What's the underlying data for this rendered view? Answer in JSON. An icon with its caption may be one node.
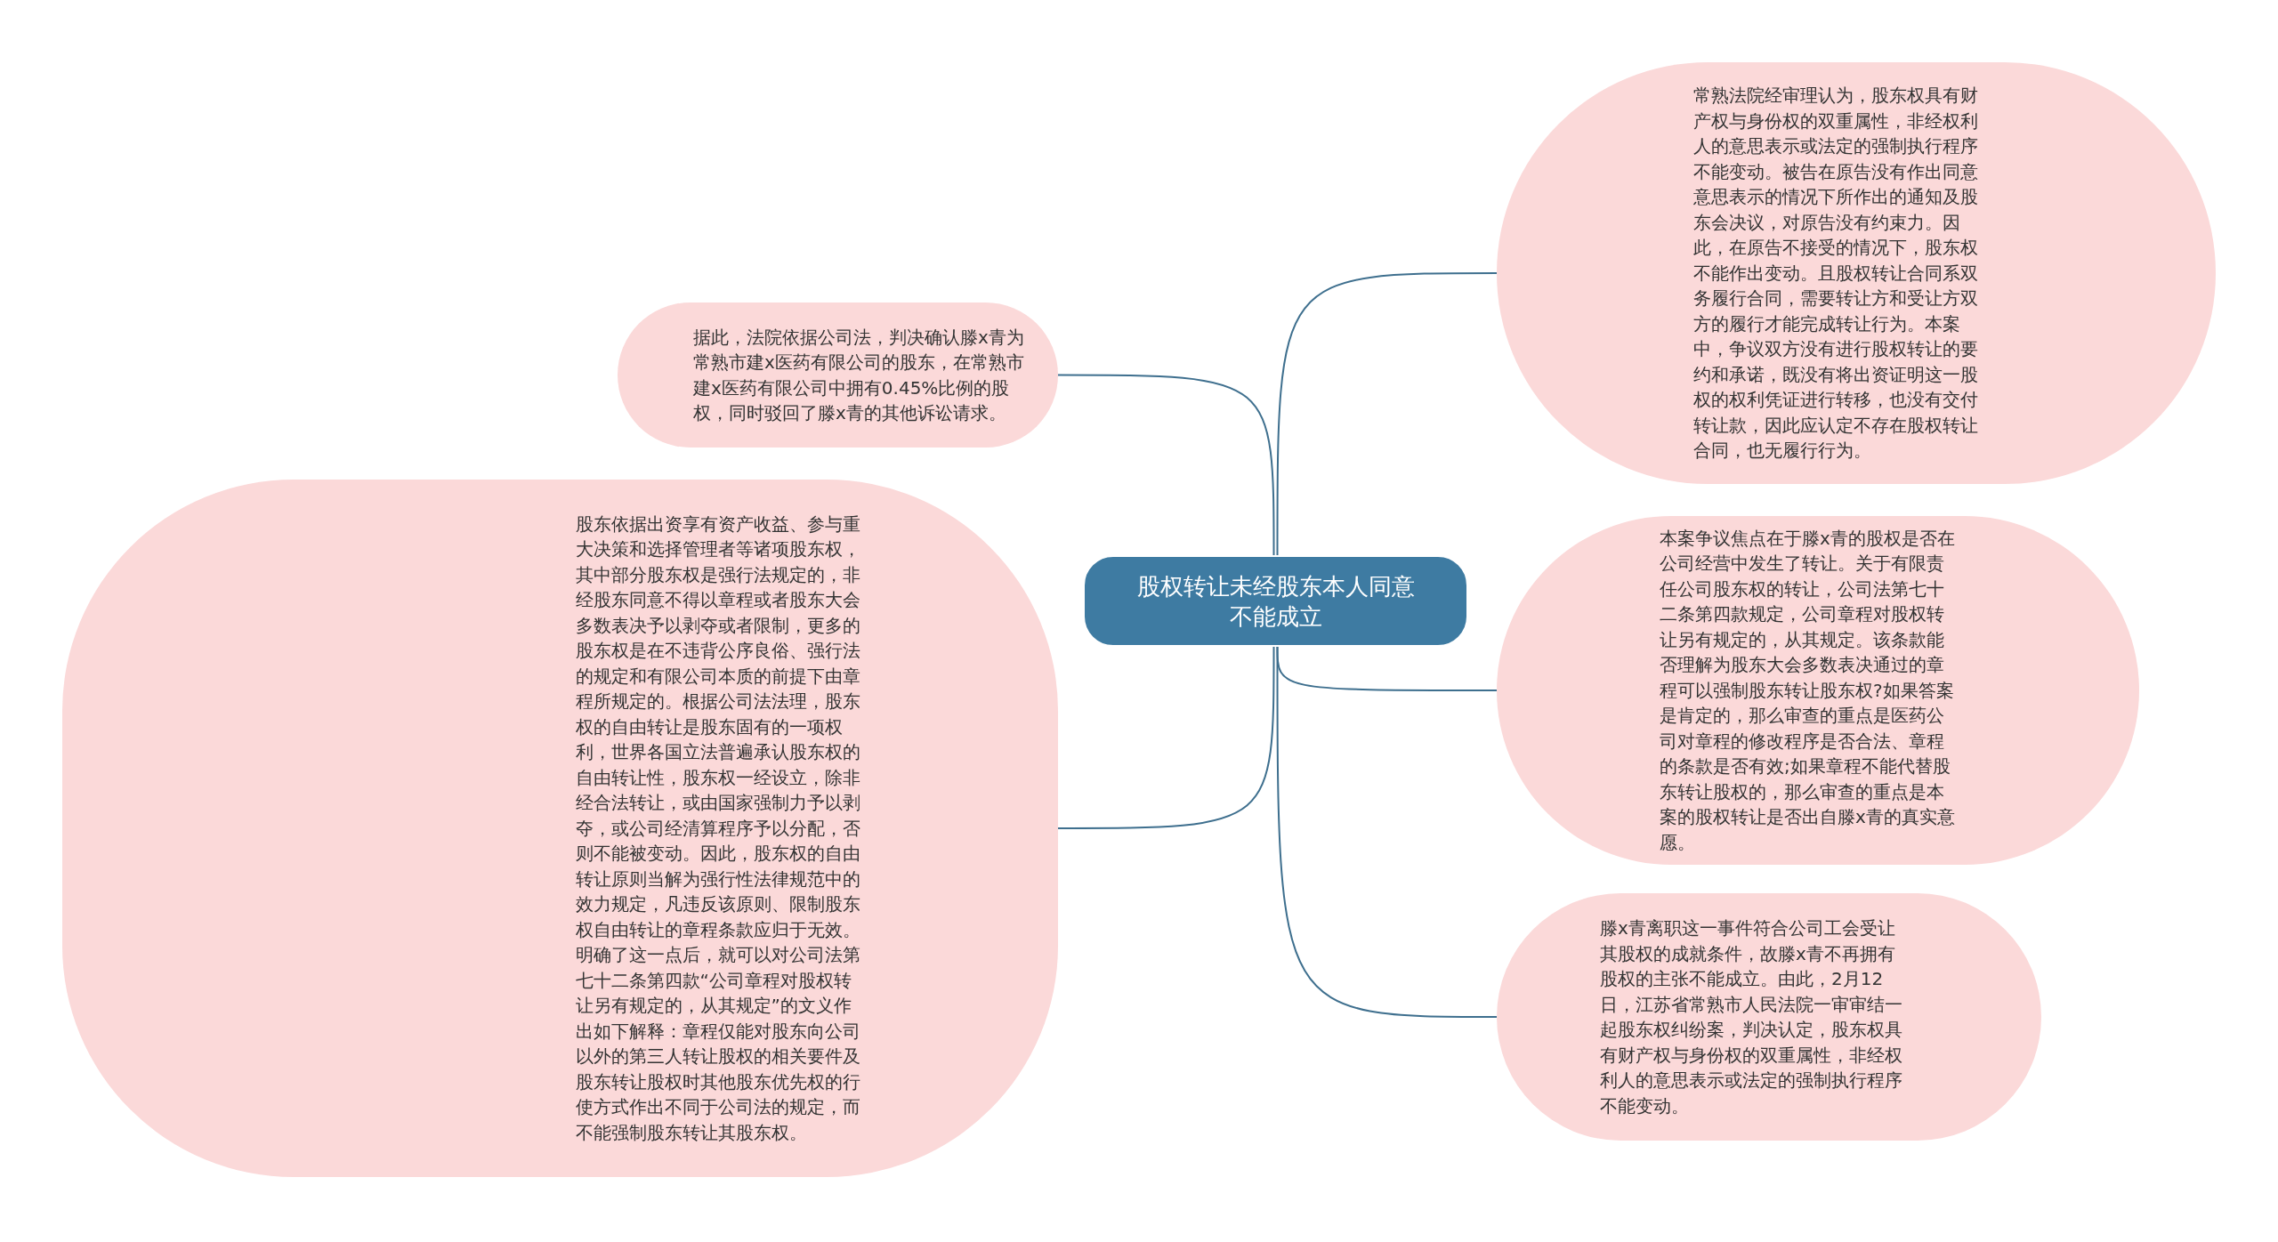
{
  "diagram": {
    "nodes": [
      {
        "text": [
          "股权转让未经股东本人同意不能成立"
        ]
      },
      {
        "text": [
          "据此，法院依据公司法，判决确认滕x青为常熟市建x医药有限公司的股东，在常熟市建x医药有限公司中拥有0.45%比例的股权，同时驳回了滕x青的其他诉讼请求。"
        ]
      },
      {
        "text": [
          "股东依据出资享有资产收益、参与重大决策和选择管理者等诸项股东权，其中部分股东权是强行法规定的，非经股东同意不得以章程或者股东大会多数表决予以剥夺或者限制，更多的股东权是在不违背公序良俗、强行法的规定和有限公司本质的前提下由章程所规定的。根据公司法法理，股东权的自由转让是股东固有的一项权利，世界各国立法普遍承认股东权的自由转让性，股东权一经设立，除非经合法转让，或由国家强制力予以剥夺，或公司经清算程序予以分配，否则不能被变动。因此，股东权的自由转让原则当解为强行性法律规范中的效力规定，凡违反该原则、限制股东权自由转让的章程条款应归于无效。明确了这一点后，就可以对公司法第七十二条第四款“公司章程对股权转让另有规定的，从其规定”的文义作出如下解释：章程仅能对股东向公司以外的第三人转让股权的相关要件及股东转让股权时其他股东优先权的行使方式作出不同于公司法的规定，而不能强制股东转让其股东权。"
        ]
      },
      {
        "text": [
          "常熟法院经审理认为，股东权具有财产权与身份权的双重属性，非经权利人的意思表示或法定的强制执行程序不能变动。被告在原告没有作出同意意思表示的情况下所作出的通知及股东会决议，对原告没有约束力。因此，在原告不接受的情况下，股东权不能作出变动。且股权转让合同系双务履行合同，需要转让方和受让方双方的履行才能完成转让行为。本案中，争议双方没有进行股权转让的要约和承诺，既没有将出资证明这一股权的权利凭证进行转移，也没有交付转让款，因此应认定不存在股权转让合同，也无履行行为。"
        ]
      },
      {
        "text": [
          "本案争议焦点在于滕x青的股权是否在公司经营中发生了转让。关于有限责任公司股东权的转让，公司法第七十二条第四款规定，公司章程对股权转让另有规定的，从其规定。该条款能否理解为股东大会多数表决通过的章程可以强制股东转让股东权?如果答案是肯定的，那么审查的重点是医药公司对章程的修改程序是否合法、章程的条款是否有效;如果章程不能代替股东转让股权的，那么审查的重点是本案的股权转让是否出自滕x青的真实意愿。"
        ]
      },
      {
        "text": [
          "滕x青离职这一事件符合公司工会受让其股权的成就条件，故滕x青不再拥有股权的主张不能成立。由此，2月12日，江苏省常熟市人民法院一审审结一起股东权纠纷案，判决认定，股东权具有财产权与身份权的双重属性，非经权利人的意思表示或法定的强制执行程序不能变动。"
        ]
      }
    ],
    "edges": [
      {
        "from": 0,
        "to": 1,
        "arrow": "none"
      },
      {
        "from": 0,
        "to": 2,
        "arrow": "none"
      },
      {
        "from": 0,
        "to": 3,
        "arrow": "none"
      },
      {
        "from": 0,
        "to": 4,
        "arrow": "none"
      },
      {
        "from": 0,
        "to": 5,
        "arrow": "none"
      }
    ]
  }
}
